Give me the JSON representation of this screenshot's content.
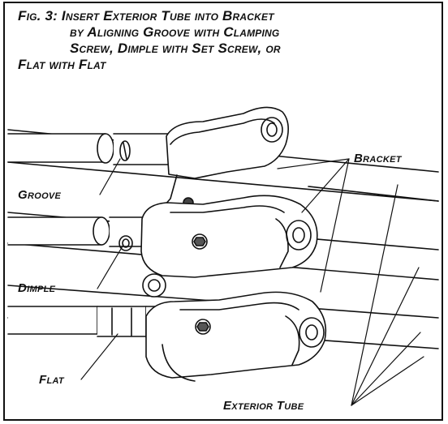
{
  "figure": {
    "caption_lines": [
      "Fig. 3: Insert Exterior Tube into Bracket",
      "by Aligning Groove with Clamping",
      "Screw, Dimple with Set Screw, or",
      "Flat with Flat"
    ]
  },
  "labels": {
    "bracket": "Bracket",
    "groove": "Groove",
    "dimple": "Dimple",
    "flat": "Flat",
    "exterior_tube": "Exterior Tube"
  },
  "colors": {
    "line": "#111111",
    "background": "#ffffff",
    "shade": "#9a9a9a"
  }
}
